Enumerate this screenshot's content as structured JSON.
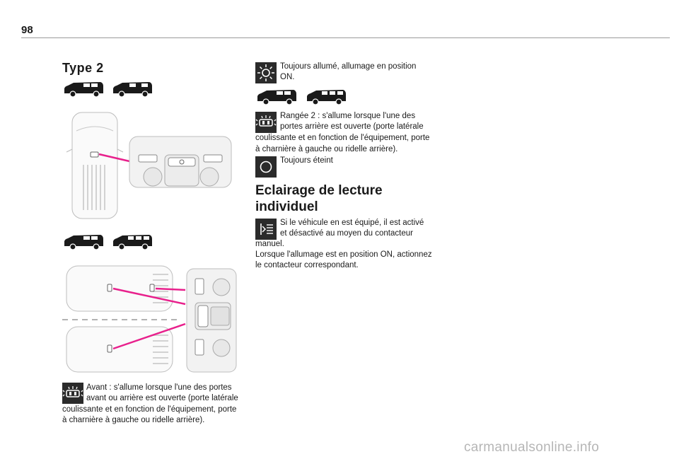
{
  "page": {
    "number": "98"
  },
  "left": {
    "heading": "Type 2",
    "caption_front": {
      "line1": "Avant : s'allume lorsque l'une des portes",
      "line2": "avant ou arrière est ouverte (porte latérale",
      "line3": "coulissante et en fonction de l'équipement, porte",
      "line4": "à charnière à gauche ou ridelle arrière)."
    }
  },
  "right": {
    "always_on": {
      "line1": "Toujours allumé, allumage en position",
      "line2": "ON."
    },
    "row2": {
      "line1": "Rangée 2 : s'allume lorsque l'une des",
      "line2": "portes arrière est ouverte (porte latérale",
      "line3": "coulissante et en fonction de l'équipement, porte",
      "line4": "à charnière à gauche ou ridelle arrière)."
    },
    "always_off": {
      "line1": "Toujours éteint"
    },
    "section_title": {
      "line1": "Eclairage de lecture",
      "line2": "individuel"
    },
    "reading": {
      "line1": "Si le véhicule en est équipé, il est activé",
      "line2": "et désactivé au moyen du contacteur",
      "line3": "manuel.",
      "line4": "Lorsque l'allumage est en position ON, actionnez",
      "line5": "le contacteur correspondant."
    }
  },
  "footer": {
    "watermark": "carmanualsonline.info"
  },
  "colors": {
    "accent": "#e8208c",
    "icon_bg": "#2b2b2b",
    "line_gray": "#9a9a9a"
  }
}
